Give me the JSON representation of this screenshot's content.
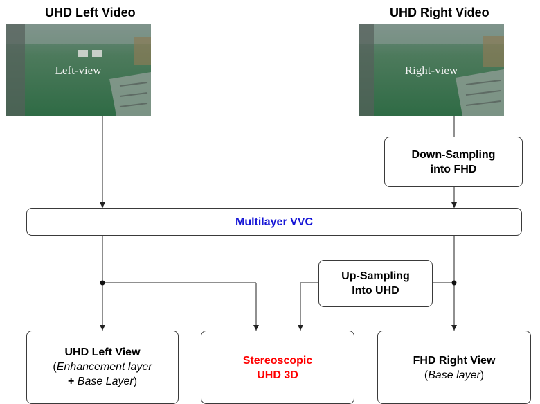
{
  "left_video": {
    "title": "UHD Left Video",
    "overlay": "Left-view"
  },
  "right_video": {
    "title": "UHD Right Video",
    "overlay": "Right-view"
  },
  "down_sampling": {
    "line1": "Down-Sampling",
    "line2": "into FHD"
  },
  "codec": {
    "label": "Multilayer VVC"
  },
  "up_sampling": {
    "line1": "Up-Sampling",
    "line2": "Into UHD"
  },
  "uhd_left_view": {
    "title": "UHD Left View",
    "paren_open": "(",
    "enh": "Enhancement layer",
    "plus": "+ ",
    "base": "Base Layer",
    "paren_close": ")"
  },
  "stereo": {
    "line1": "Stereoscopic",
    "line2": "UHD 3D"
  },
  "fhd_right_view": {
    "title": "FHD Right View",
    "paren_open": "(",
    "base": "Base layer",
    "paren_close": ")"
  },
  "colors": {
    "codec_text": "#1515d6",
    "stereo_text": "#ff0000",
    "video_green": "#3f6a52"
  }
}
